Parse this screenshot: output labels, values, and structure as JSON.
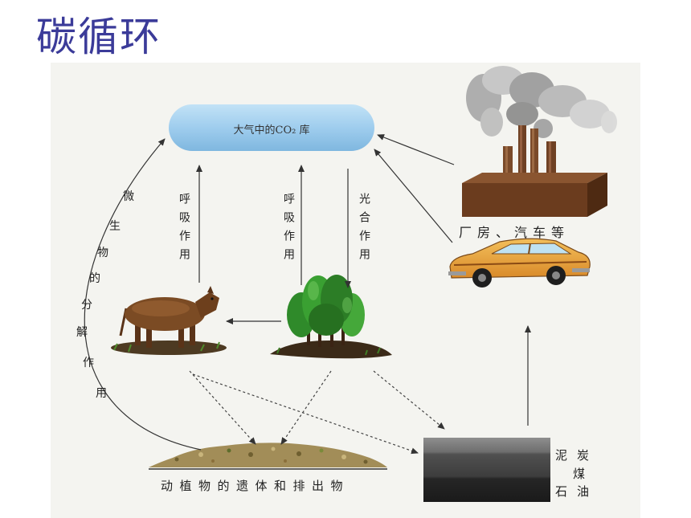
{
  "slide": {
    "title": "碳循环"
  },
  "diagram": {
    "atmosphere": {
      "label": "大气中的CO₂ 库"
    },
    "industry": {
      "label": "厂房、汽车等"
    },
    "processes": {
      "animal_respiration": "呼吸作用",
      "plant_respiration": "呼吸作用",
      "photosynthesis": "光合作用",
      "decomposition": "微生物的分解作用"
    },
    "remains": {
      "label": "动植物的遗体和排出物"
    },
    "fossil_fuels": [
      "泥炭",
      "煤",
      "石油"
    ]
  },
  "icons": [
    "factory-icon",
    "smoke-icon",
    "car-icon",
    "cow-icon",
    "trees-icon",
    "remains-pile-icon",
    "fossil-layers-icon"
  ],
  "colors": {
    "title": "#3b3b99",
    "atmosphere": "#9fcdee",
    "arrow": "#333333"
  }
}
